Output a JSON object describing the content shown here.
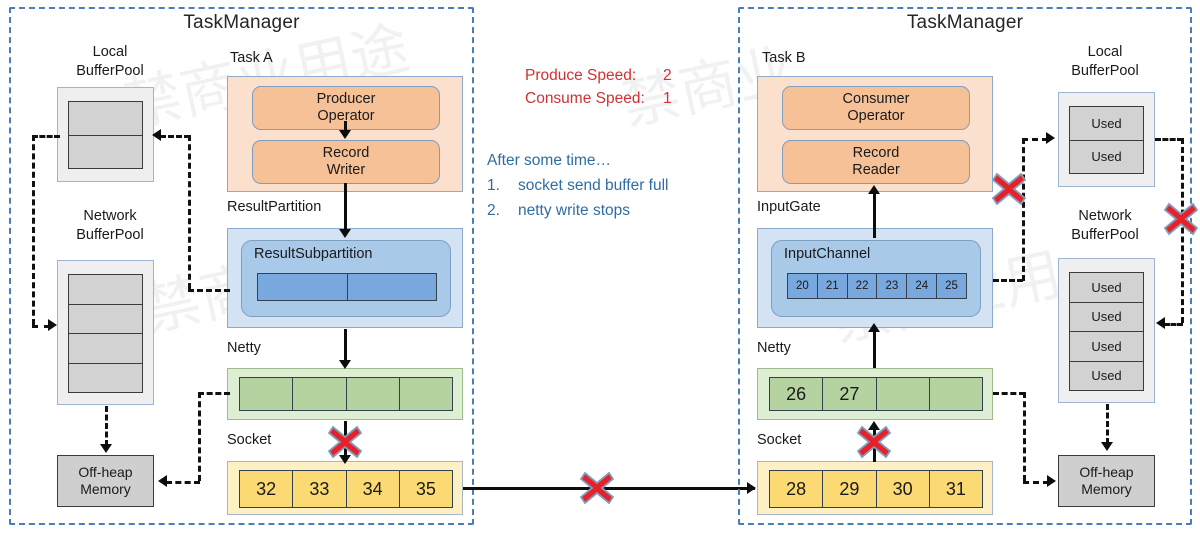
{
  "left_taskmanager": {
    "title": "TaskManager",
    "local_pool": {
      "caption_line1": "Local",
      "caption_line2": "BufferPool",
      "slots": [
        "",
        ""
      ]
    },
    "network_pool": {
      "caption_line1": "Network",
      "caption_line2": "BufferPool",
      "slots": [
        "",
        "",
        "",
        ""
      ]
    },
    "offheap": {
      "line1": "Off-heap",
      "line2": "Memory"
    },
    "task": {
      "caption": "Task A",
      "operator": {
        "line1": "Producer",
        "line2": "Operator"
      },
      "writer": {
        "line1": "Record",
        "line2": "Writer"
      }
    },
    "result_partition": {
      "caption": "ResultPartition",
      "subpartition_label": "ResultSubpartition",
      "cells": [
        "",
        ""
      ]
    },
    "netty": {
      "caption": "Netty",
      "cells": [
        "",
        "",
        "",
        ""
      ]
    },
    "socket": {
      "caption": "Socket",
      "cells": [
        "32",
        "33",
        "34",
        "35"
      ]
    }
  },
  "right_taskmanager": {
    "title": "TaskManager",
    "local_pool": {
      "caption_line1": "Local",
      "caption_line2": "BufferPool",
      "slots": [
        "Used",
        "Used"
      ]
    },
    "network_pool": {
      "caption_line1": "Network",
      "caption_line2": "BufferPool",
      "slots": [
        "Used",
        "Used",
        "Used",
        "Used"
      ]
    },
    "offheap": {
      "line1": "Off-heap",
      "line2": "Memory"
    },
    "task": {
      "caption": "Task B",
      "operator": {
        "line1": "Consumer",
        "line2": "Operator"
      },
      "reader": {
        "line1": "Record",
        "line2": "Reader"
      }
    },
    "input_gate": {
      "caption": "InputGate",
      "channel_label": "InputChannel",
      "cells": [
        "20",
        "21",
        "22",
        "23",
        "24",
        "25"
      ]
    },
    "netty": {
      "caption": "Netty",
      "cells": [
        "26",
        "27",
        "",
        ""
      ]
    },
    "socket": {
      "caption": "Socket",
      "cells": [
        "28",
        "29",
        "30",
        "31"
      ]
    }
  },
  "annotations": {
    "produce_label": "Produce Speed:",
    "produce_value": "2",
    "consume_label": "Consume Speed:",
    "consume_value": "1",
    "note_heading": "After some time…",
    "note_1_num": "1.",
    "note_1_text": "socket send buffer full",
    "note_2_num": "2.",
    "note_2_text": "netty write stops",
    "blocked_marker": "blocked-x"
  },
  "colors": {
    "frame_blue": "#4a7ebb",
    "task_orange_fill": "#fbe0cd",
    "operator_orange": "#f7c197",
    "partition_blue_fill": "#d3e3f3",
    "subpartition_blue": "#a8c9e8",
    "buffer_blue_cell": "#78a8dd",
    "netty_green_fill": "#ddeed3",
    "netty_green_cell": "#b4d3a0",
    "socket_yellow_fill": "#fdf0c4",
    "socket_yellow_cell": "#fbd973",
    "pool_grey_fill": "#efefef",
    "pool_grey_cell": "#d2d2d2",
    "offheap_grey": "#cfcfcf",
    "red_accent": "#cf3232",
    "note_blue": "#2e6da4",
    "red_x": "#e8202a"
  }
}
